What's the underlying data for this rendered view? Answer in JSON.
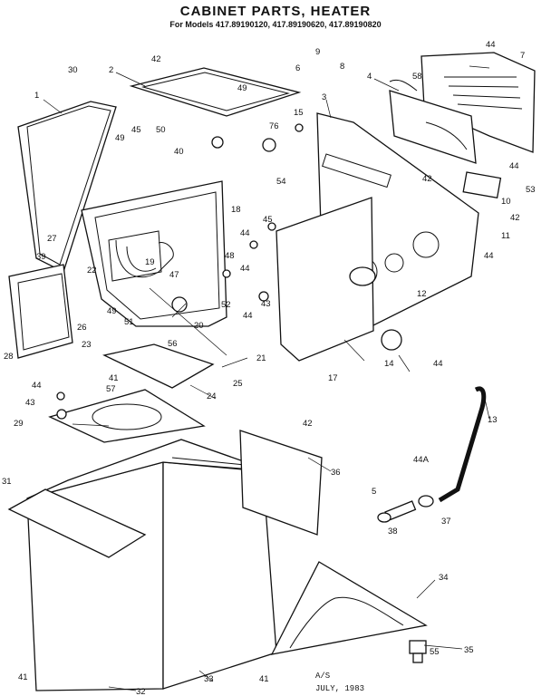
{
  "title": "CABINET PARTS, HEATER",
  "subtitle": "For Models 417.89190120, 417.89190620, 417.89190820",
  "footer": {
    "line1": "A/S",
    "line2": "JULY, 1983"
  },
  "callouts": {
    "c1": "1",
    "c2": "2",
    "c3": "3",
    "c4": "4",
    "c5": "5",
    "c6": "6",
    "c7": "7",
    "c8": "8",
    "c9": "9",
    "c10": "10",
    "c11": "11",
    "c12": "12",
    "c13": "13",
    "c14": "14",
    "c15": "15",
    "c17": "17",
    "c18": "18",
    "c19": "19",
    "c20": "20",
    "c21": "21",
    "c22": "22",
    "c23": "23",
    "c24": "24",
    "c25": "25",
    "c26": "26",
    "c27": "27",
    "c28": "28",
    "c29": "29",
    "c30": "30",
    "c31": "31",
    "c32": "32",
    "c33": "33",
    "c34": "34",
    "c35": "35",
    "c36": "36",
    "c37": "37",
    "c38": "38",
    "c39": "39",
    "c40": "40",
    "c41a": "41",
    "c41b": "41",
    "c41c": "41",
    "c42a": "42",
    "c42b": "42",
    "c42c": "42",
    "c42d": "42",
    "c43a": "43",
    "c43b": "43",
    "c44a": "44",
    "c44b": "44",
    "c44c": "44",
    "c44d": "44",
    "c44e": "44",
    "c44f": "44",
    "c44g": "44",
    "c44h": "44",
    "c44A": "44A",
    "c45a": "45",
    "c45b": "45",
    "c47": "47",
    "c48": "48",
    "c49a": "49",
    "c49b": "49",
    "c49c": "49",
    "c50": "50",
    "c51": "51",
    "c52": "52",
    "c53": "53",
    "c54": "54",
    "c55": "55",
    "c56": "56",
    "c57": "57",
    "c58": "58",
    "c76": "76"
  }
}
